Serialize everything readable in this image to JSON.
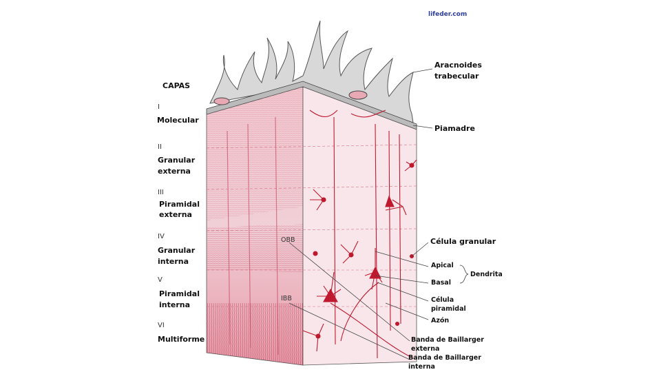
{
  "watermark": "lifeder.com",
  "layers_title": "CAPAS",
  "layers": [
    {
      "roman": "I",
      "name_lines": [
        "Molecular"
      ]
    },
    {
      "roman": "II",
      "name_lines": [
        "Granular",
        "externa"
      ]
    },
    {
      "roman": "III",
      "name_lines": [
        "Piramidal",
        "externa"
      ]
    },
    {
      "roman": "IV",
      "name_lines": [
        "Granular",
        "interna"
      ]
    },
    {
      "roman": "V",
      "name_lines": [
        "Piramidal",
        "interna"
      ]
    },
    {
      "roman": "VI",
      "name_lines": [
        "Multiforme"
      ]
    }
  ],
  "inside_labels": {
    "obb": "OBB",
    "ibb": "IBB"
  },
  "right_labels": {
    "aracnoides": [
      "Aracnoides",
      "trabecular"
    ],
    "piamadre": "Piamadre",
    "celula_granular": "Célula granular",
    "apical": "Apical",
    "basal": "Basal",
    "dendrita": "Dendrita",
    "celula_piramidal": [
      "Célula",
      "piramidal"
    ],
    "azon": "Azón",
    "baillarger_externa": [
      "Banda de Baillarger",
      "externa"
    ],
    "baillarger_interna": [
      "Banda de Baillarger",
      "interna"
    ]
  },
  "colors": {
    "tissue": "#f4d3d9",
    "tissue_right": "#f7e4e8",
    "neuron": "#c0182e",
    "fiber": "#c23b55",
    "meninge": "#cfcfcf"
  }
}
